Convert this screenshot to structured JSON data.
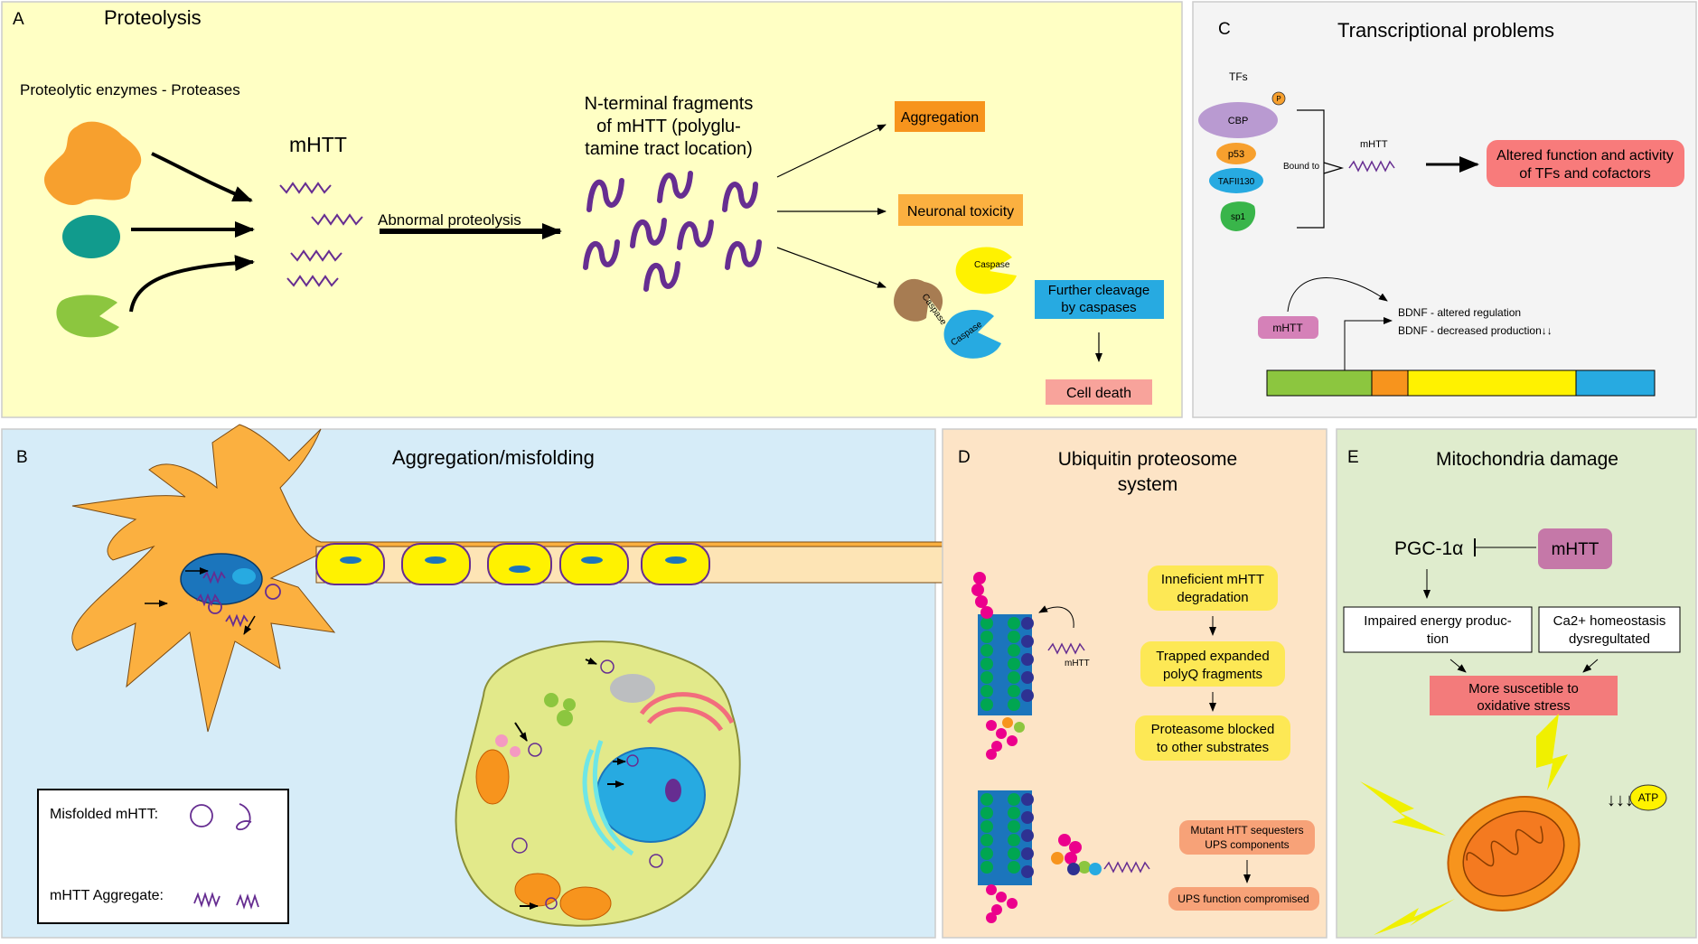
{
  "panelA": {
    "letter": "A",
    "title": "Proteolysis",
    "enzymes_label": "Proteolytic enzymes - Proteases",
    "mhtt_label": "mHTT",
    "abnormal_label": "Abnormal proteolysis",
    "fragments_line1": "N-terminal fragments",
    "fragments_line2": "of mHTT (polyglu-",
    "fragments_line3": "tamine tract location)",
    "aggregation": "Aggregation",
    "toxicity": "Neuronal toxicity",
    "caspase": "Caspase",
    "cleavage_line1": "Further cleavage",
    "cleavage_line2": "by caspases",
    "cell_death": "Cell death"
  },
  "panelB": {
    "letter": "B",
    "title": "Aggregation/misfolding",
    "legend_misfolded": "Misfolded mHTT:",
    "legend_aggregate": "mHTT Aggregate:"
  },
  "panelC": {
    "letter": "C",
    "title": "Transcriptional problems",
    "tfs": "TFs",
    "cbp": "CBP",
    "p": "P",
    "p53": "p53",
    "tafii130": "TAFII130",
    "sp1": "sp1",
    "bound_to": "Bound to",
    "mhtt": "mHTT",
    "altered_line1": "Altered function and activity",
    "altered_line2": "of TFs and cofactors",
    "mhtt_box": "mHTT",
    "bdnf1": "BDNF - altered regulation",
    "bdnf2": "BDNF - decreased production↓↓"
  },
  "panelD": {
    "letter": "D",
    "title_line1": "Ubiquitin proteosome",
    "title_line2": "system",
    "mhtt": "mHTT",
    "box1_line1": "Inneficient mHTT",
    "box1_line2": "degradation",
    "box2_line1": "Trapped expanded",
    "box2_line2": "polyQ fragments",
    "box3_line1": "Proteasome blocked",
    "box3_line2": "to other substrates",
    "box4_line1": "Mutant HTT sequesters",
    "box4_line2": "UPS components",
    "box5": "UPS function compromised"
  },
  "panelE": {
    "letter": "E",
    "title": "Mitochondria damage",
    "pgc": "PGC-1α",
    "mhtt": "mHTT",
    "energy_line1": "Impaired energy produc-",
    "energy_line2": "tion",
    "ca_line1": "Ca2+ homeostasis",
    "ca_line2": "dysregultated",
    "oxid_line1": "More suscetible to",
    "oxid_line2": "oxidative stress",
    "atp": "ATP"
  },
  "colors": {
    "panelA_bg": "#ffffc4",
    "panelB_bg": "#d6ecf8",
    "panelC_bg": "#f4f4f4",
    "panelD_bg": "#fde4c6",
    "panelE_bg": "#dfeccd",
    "orange": "#f7a02e",
    "teal": "#119b8d",
    "green": "#8cc63f",
    "purple": "#662d91",
    "yellow_box": "#fde855",
    "salmon": "#f87b7b",
    "blue_box": "#27aae1"
  }
}
